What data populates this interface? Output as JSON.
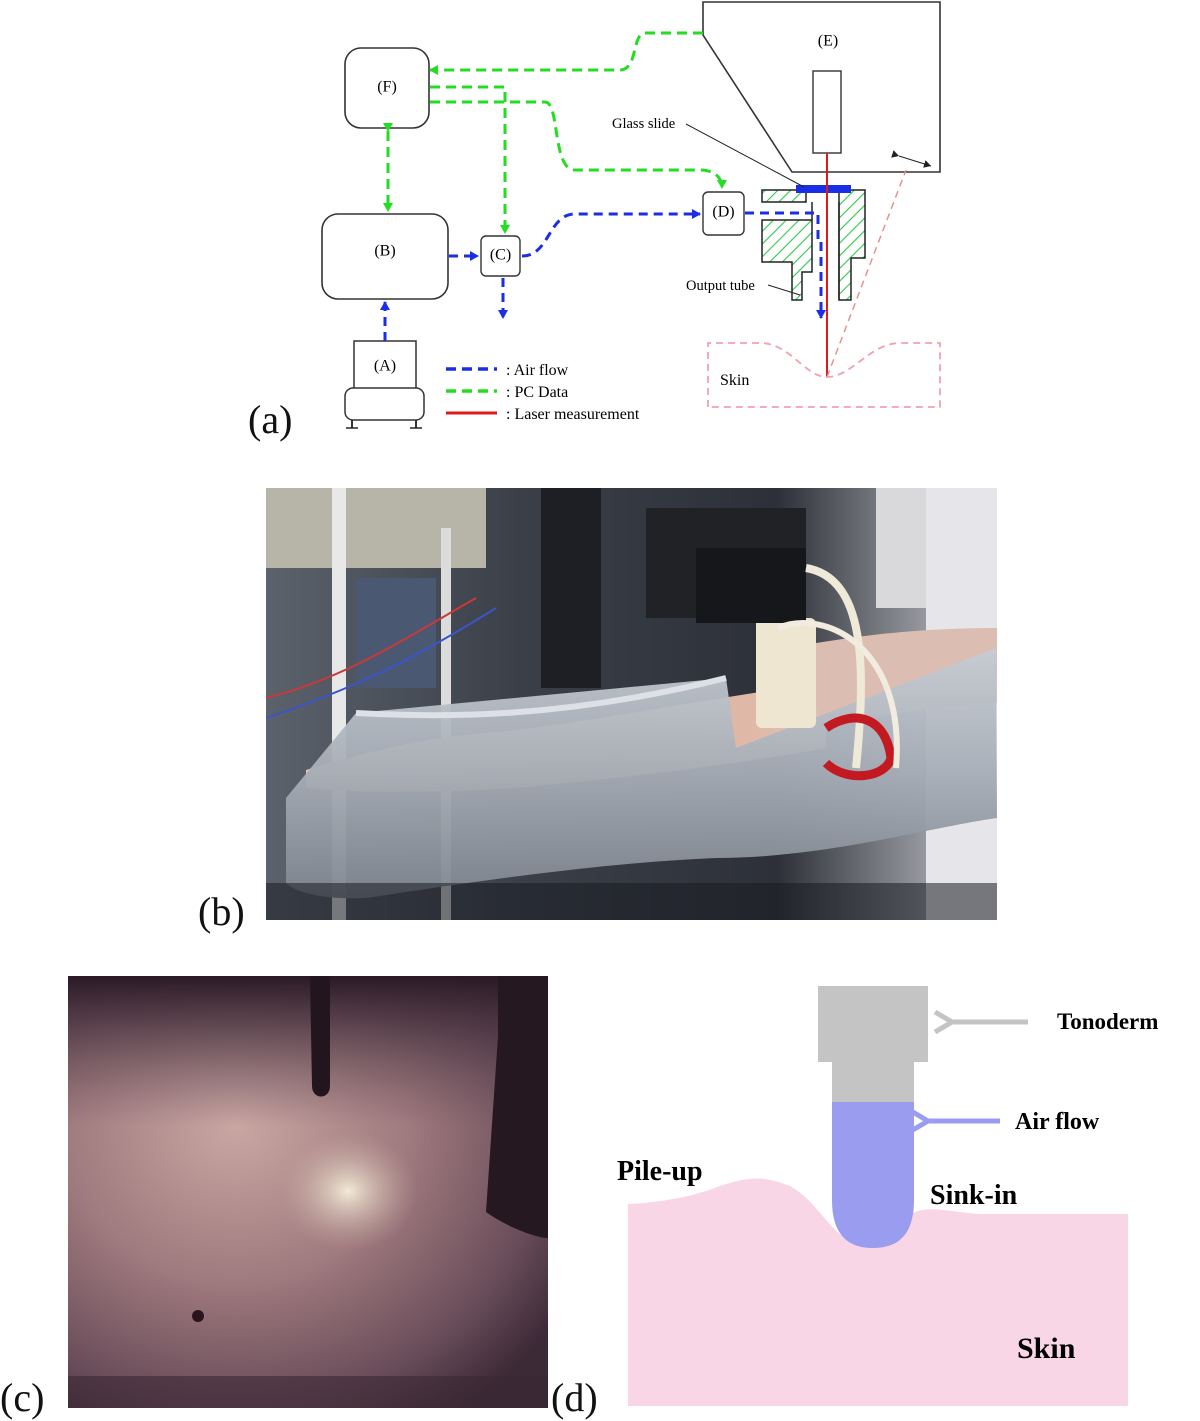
{
  "panel_a": {
    "label": "(a)",
    "boxes": {
      "A": "(A)",
      "B": "(B)",
      "C": "(C)",
      "D": "(D)",
      "E": "(E)",
      "F": "(F)"
    },
    "annotations": {
      "glass_slide": "Glass slide",
      "output_tube": "Output tube",
      "skin": "Skin"
    },
    "legend": [
      {
        "label": ": Air flow",
        "color": "#1a2ee6"
      },
      {
        "label": ": PC Data",
        "color": "#22dd22"
      },
      {
        "label": ": Laser measurement",
        "color": "#e01a1a"
      }
    ]
  },
  "panel_b": {
    "label": "(b)"
  },
  "panel_c": {
    "label": "(c)"
  },
  "panel_d": {
    "label": "(d)",
    "tonoderm": "Tonoderm",
    "air_flow": "Air flow",
    "pile_up": "Pile-up",
    "sink_in": "Sink-in",
    "skin": "Skin"
  },
  "colors": {
    "air_flow": "#1a2ee6",
    "pc_data": "#22dd22",
    "laser": "#e01a1a",
    "hatch_green": "#2ec94a",
    "skin_pink": "#f9d6e6",
    "tonoderm_gray": "#c4c4c4",
    "airflow_purple": "#9a9cf0"
  }
}
